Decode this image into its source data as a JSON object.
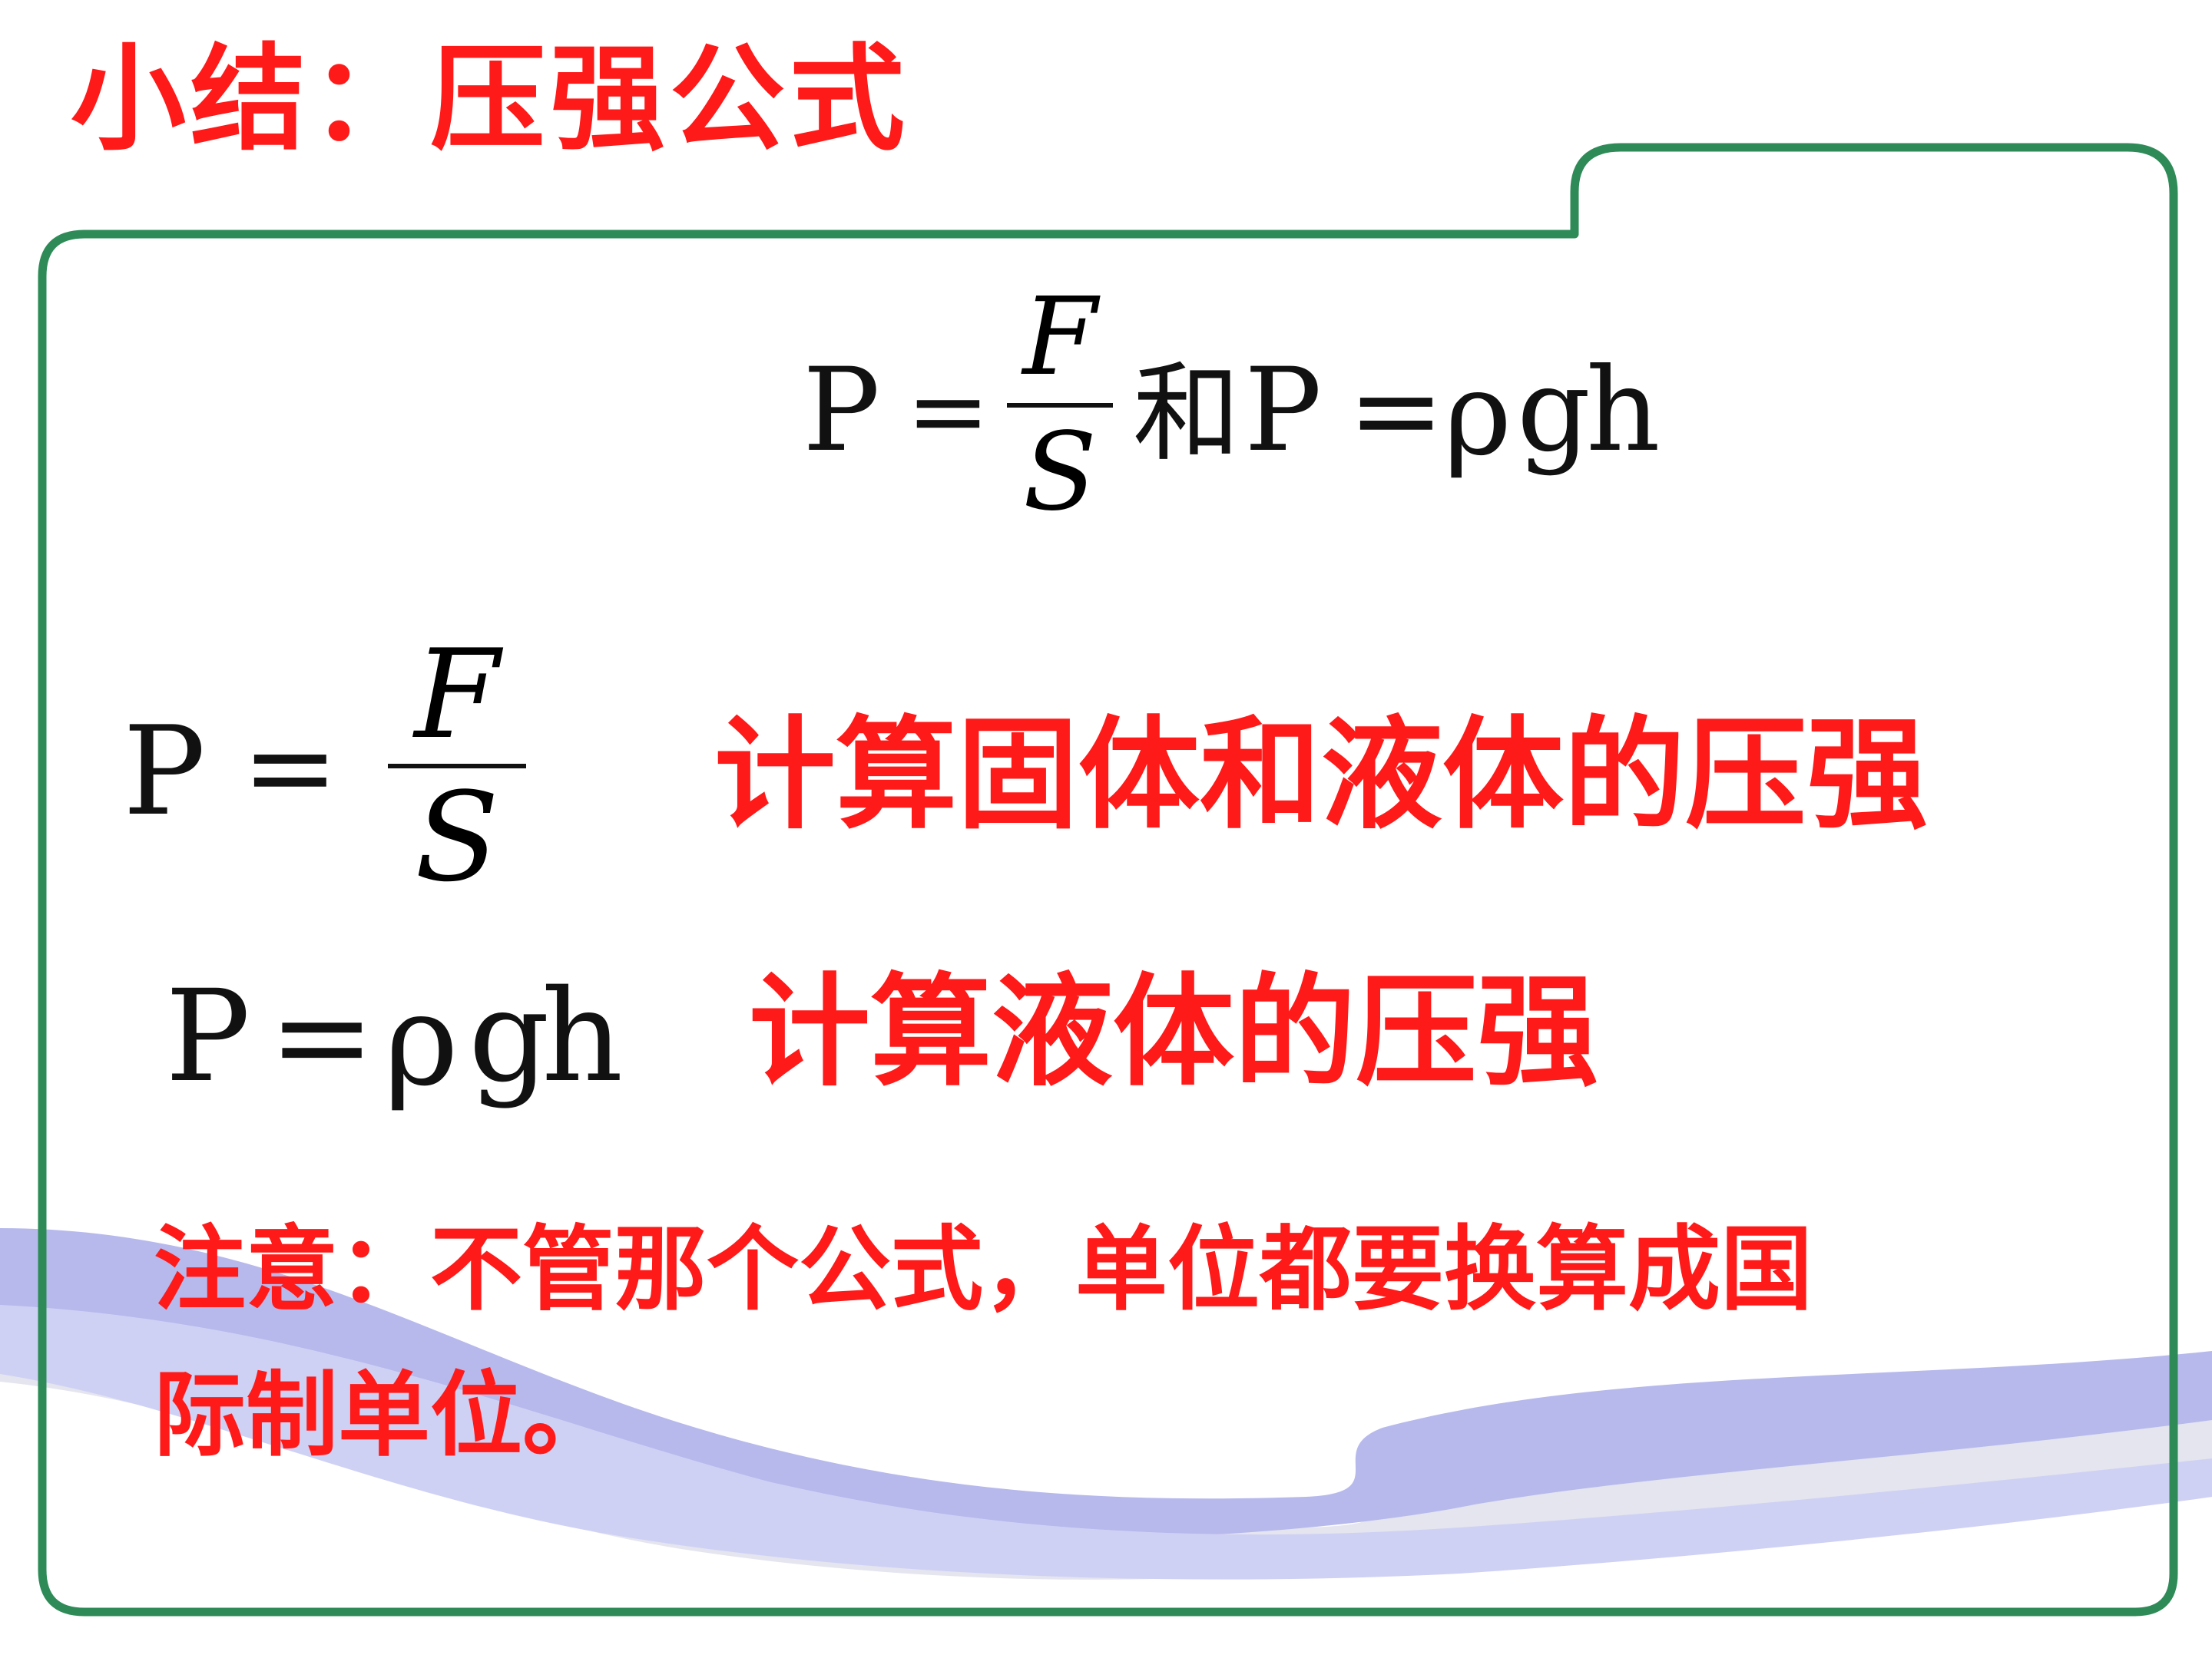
{
  "slide": {
    "title": "小结：压强公式",
    "summary_formula": {
      "p": "P",
      "eq": "=",
      "num": "F",
      "den": "S",
      "conj": "和",
      "p2": "P",
      "eq2": "=",
      "rho": "ρ",
      "g": "g",
      "h": "h"
    },
    "formula1": {
      "p": "P",
      "eq": "=",
      "num": "F",
      "den": "S",
      "label": "计算固体和液体的压强"
    },
    "formula2": {
      "p": "P",
      "eq": "=",
      "rho": "ρ",
      "g": "g",
      "h": "h",
      "label": "计算液体的压强"
    },
    "note": {
      "line1": "注意：不管那个公式，单位都要换算成国",
      "line2": "际制单位。"
    },
    "colors": {
      "accent_red": "#ff1a1a",
      "frame_green": "#2e8b57",
      "wave_blue": "#b7b9ec"
    }
  }
}
